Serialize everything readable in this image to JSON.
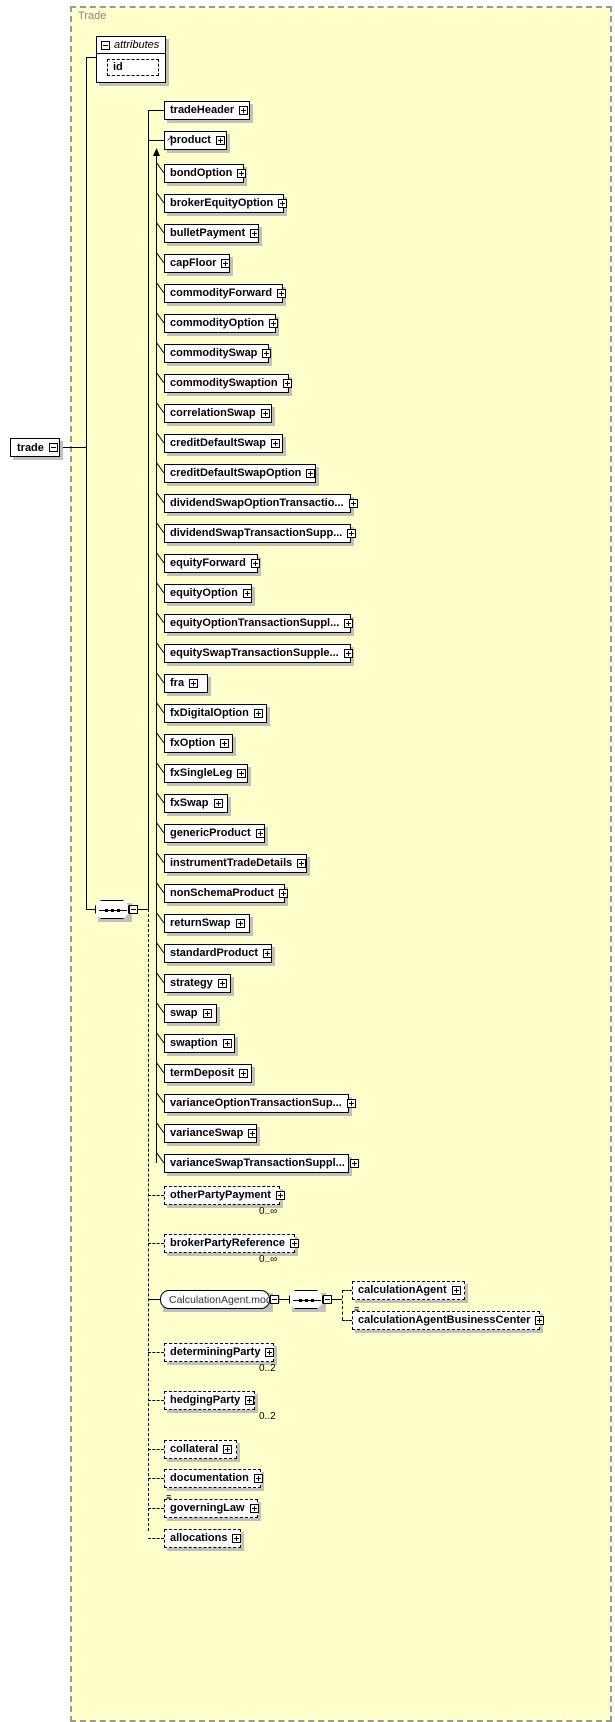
{
  "diagram": {
    "type": "xsd-schema-diagram",
    "panel_title": "Trade",
    "root": {
      "label": "trade",
      "toggle": "minus"
    },
    "attributes": {
      "header": "attributes",
      "toggle": "minus",
      "items": [
        {
          "label": "id",
          "optional": true
        }
      ]
    },
    "compositor": {
      "kind": "sequence",
      "toggle": "minus"
    },
    "children": [
      {
        "label": "tradeHeader",
        "toggle": "plus",
        "optional": false,
        "width": 86
      },
      {
        "label": "product",
        "toggle": "plus",
        "optional": false,
        "width": 63,
        "substitution_head": true
      },
      {
        "label": "otherPartyPayment",
        "toggle": "plus",
        "optional": true,
        "width": 116,
        "cardinality": "0..∞"
      },
      {
        "label": "brokerPartyReference",
        "toggle": "plus",
        "optional": true,
        "width": 131,
        "cardinality": "0..∞"
      },
      {
        "label": "determiningParty",
        "toggle": "plus",
        "optional": true,
        "width": 110,
        "cardinality": "0..2"
      },
      {
        "label": "hedgingParty",
        "toggle": "plus",
        "optional": true,
        "width": 91,
        "cardinality": "0..2"
      },
      {
        "label": "collateral",
        "toggle": "plus",
        "optional": true,
        "width": 73
      },
      {
        "label": "documentation",
        "toggle": "plus",
        "optional": true,
        "width": 97
      },
      {
        "label": "governingLaw",
        "toggle": "plus",
        "optional": true,
        "width": 94,
        "mixed_marker": true
      },
      {
        "label": "allocations",
        "toggle": "plus",
        "optional": true,
        "width": 77
      }
    ],
    "substitution_members": [
      {
        "label": "bondOption",
        "toggle": "plus",
        "width": 80
      },
      {
        "label": "brokerEquityOption",
        "toggle": "plus",
        "width": 120
      },
      {
        "label": "bulletPayment",
        "toggle": "plus",
        "width": 95
      },
      {
        "label": "capFloor",
        "toggle": "plus",
        "width": 66
      },
      {
        "label": "commodityForward",
        "toggle": "plus",
        "width": 119
      },
      {
        "label": "commodityOption",
        "toggle": "plus",
        "width": 112
      },
      {
        "label": "commoditySwap",
        "toggle": "plus",
        "width": 105
      },
      {
        "label": "commoditySwaption",
        "toggle": "plus",
        "width": 125
      },
      {
        "label": "correlationSwap",
        "toggle": "plus",
        "width": 108
      },
      {
        "label": "creditDefaultSwap",
        "toggle": "plus",
        "width": 119
      },
      {
        "label": "creditDefaultSwapOption",
        "toggle": "plus",
        "width": 152
      },
      {
        "label": "dividendSwapOptionTransactio...",
        "toggle": "plus",
        "width": 187
      },
      {
        "label": "dividendSwapTransactionSupp...",
        "toggle": "plus",
        "width": 187
      },
      {
        "label": "equityForward",
        "toggle": "plus",
        "width": 94
      },
      {
        "label": "equityOption",
        "toggle": "plus",
        "width": 88
      },
      {
        "label": "equityOptionTransactionSuppl...",
        "toggle": "plus",
        "width": 187
      },
      {
        "label": "equitySwapTransactionSupple...",
        "toggle": "plus",
        "width": 187
      },
      {
        "label": "fra",
        "toggle": "plus",
        "width": 44
      },
      {
        "label": "fxDigitalOption",
        "toggle": "plus",
        "width": 103
      },
      {
        "label": "fxOption",
        "toggle": "plus",
        "width": 69
      },
      {
        "label": "fxSingleLeg",
        "toggle": "plus",
        "width": 84
      },
      {
        "label": "fxSwap",
        "toggle": "plus",
        "width": 64
      },
      {
        "label": "genericProduct",
        "toggle": "plus",
        "width": 101
      },
      {
        "label": "instrumentTradeDetails",
        "toggle": "plus",
        "width": 143
      },
      {
        "label": "nonSchemaProduct",
        "toggle": "plus",
        "width": 121
      },
      {
        "label": "returnSwap",
        "toggle": "plus",
        "width": 86
      },
      {
        "label": "standardProduct",
        "toggle": "plus",
        "width": 108
      },
      {
        "label": "strategy",
        "toggle": "plus",
        "width": 67
      },
      {
        "label": "swap",
        "toggle": "plus",
        "width": 53
      },
      {
        "label": "swaption",
        "toggle": "plus",
        "width": 71
      },
      {
        "label": "termDeposit",
        "toggle": "plus",
        "width": 88
      },
      {
        "label": "varianceOptionTransactionSup...",
        "toggle": "plus",
        "width": 185
      },
      {
        "label": "varianceSwap",
        "toggle": "plus",
        "width": 93
      },
      {
        "label": "varianceSwapTransactionSuppl...",
        "toggle": "plus",
        "width": 185
      }
    ],
    "calculation_agent_group": {
      "label": "CalculationAgent.model",
      "toggle": "minus",
      "compositor": {
        "kind": "sequence",
        "toggle": "minus"
      },
      "members": [
        {
          "label": "calculationAgent",
          "toggle": "plus",
          "optional": true,
          "width": 113
        },
        {
          "label": "calculationAgentBusinessCenter",
          "toggle": "plus",
          "optional": true,
          "width": 188,
          "mixed_marker": true
        }
      ]
    },
    "colors": {
      "panel_fill": "#ffffcc",
      "panel_border": "#999999",
      "node_fill": "#ffffff",
      "node_border": "#000000",
      "shadow": "#c0c0c0",
      "title_text": "#888888",
      "group_text": "#333333"
    }
  }
}
